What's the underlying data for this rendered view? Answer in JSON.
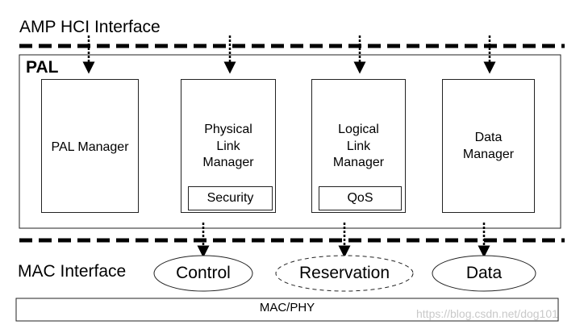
{
  "amp_hci_label": "AMP HCI Interface",
  "pal_label": "PAL",
  "modules": [
    {
      "line1": "PAL Manager",
      "line2": "",
      "line3": ""
    },
    {
      "line1": "Physical",
      "line2": "Link",
      "line3": "Manager",
      "sub": "Security"
    },
    {
      "line1": "Logical",
      "line2": "Link",
      "line3": "Manager",
      "sub": "QoS"
    },
    {
      "line1": "Data",
      "line2": "Manager",
      "line3": ""
    }
  ],
  "mac_interface_label": "MAC Interface",
  "channels": [
    "Control",
    "Reservation",
    "Data"
  ],
  "mac_phy_label": "MAC/PHY",
  "watermark": "https://blog.csdn.net/dog101"
}
